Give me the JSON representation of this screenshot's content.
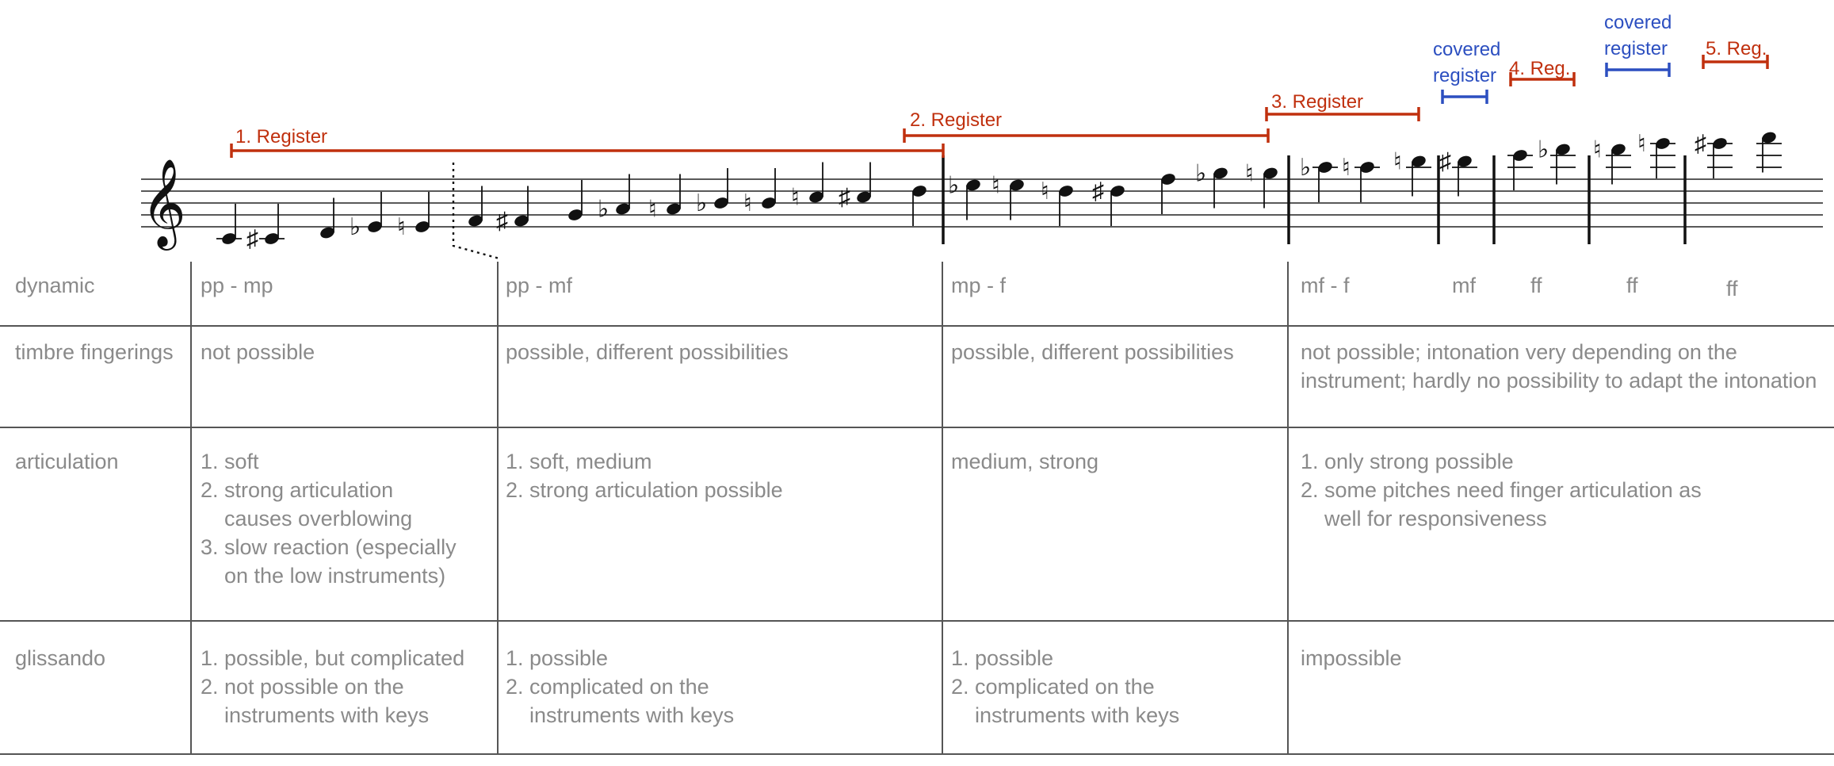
{
  "registers": [
    {
      "label": "1. Register",
      "kind": "register"
    },
    {
      "label": "2. Register",
      "kind": "register"
    },
    {
      "label": "3. Register",
      "kind": "register"
    },
    {
      "label": "covered register",
      "kind": "covered"
    },
    {
      "label": "4. Reg.",
      "kind": "register"
    },
    {
      "label": "covered register",
      "kind": "covered"
    },
    {
      "label": "5. Reg.",
      "kind": "register"
    }
  ],
  "colors": {
    "register": "#c0300e",
    "covered": "#2c4fc0",
    "text": "#8a8a8a",
    "lines": "#555555"
  },
  "notes": [
    {
      "step": -2,
      "acc": ""
    },
    {
      "step": -2,
      "acc": "♯"
    },
    {
      "step": -1,
      "acc": ""
    },
    {
      "step": 0,
      "acc": "♭"
    },
    {
      "step": 0,
      "acc": "♮"
    },
    {
      "step": 1,
      "acc": ""
    },
    {
      "step": 1,
      "acc": "♯"
    },
    {
      "step": 2,
      "acc": ""
    },
    {
      "step": 3,
      "acc": "♭"
    },
    {
      "step": 3,
      "acc": "♮"
    },
    {
      "step": 4,
      "acc": "♭"
    },
    {
      "step": 4,
      "acc": "♮"
    },
    {
      "step": 5,
      "acc": "♮"
    },
    {
      "step": 5,
      "acc": "♯"
    },
    {
      "step": 6,
      "acc": ""
    },
    {
      "step": 7,
      "acc": "♭"
    },
    {
      "step": 7,
      "acc": "♮"
    },
    {
      "step": 6,
      "acc": "♮"
    },
    {
      "step": 6,
      "acc": "♯"
    },
    {
      "step": 8,
      "acc": ""
    },
    {
      "step": 9,
      "acc": "♭"
    },
    {
      "step": 9,
      "acc": "♮"
    },
    {
      "step": 10,
      "acc": "♭"
    },
    {
      "step": 10,
      "acc": "♮"
    },
    {
      "step": 11,
      "acc": "♮"
    },
    {
      "step": 11,
      "acc": "♯"
    },
    {
      "step": 12,
      "acc": ""
    },
    {
      "step": 13,
      "acc": "♭"
    },
    {
      "step": 13,
      "acc": "♮"
    },
    {
      "step": 14,
      "acc": "♮"
    },
    {
      "step": 14,
      "acc": "♯"
    },
    {
      "step": 15,
      "acc": ""
    }
  ],
  "rows": {
    "dynamic": {
      "label": "dynamic",
      "values": [
        "pp - mp",
        "pp - mf",
        "mp - f",
        "mf - f",
        "mf",
        "ff",
        "ff",
        "ff"
      ]
    },
    "timbre": {
      "label": "timbre fingerings",
      "col1": "not possible",
      "col2": "possible, different possibilities",
      "col3": "possible, different possibilities",
      "col4": [
        "not possible; intonation very depending on the",
        "instrument; hardly no possibility to adapt the intonation"
      ]
    },
    "articulation": {
      "label": "articulation",
      "col1": [
        {
          "num": "1.",
          "lines": [
            "soft"
          ]
        },
        {
          "num": "2.",
          "lines": [
            "strong articulation",
            "causes overblowing"
          ]
        },
        {
          "num": "3.",
          "lines": [
            "slow reaction (especially",
            "on the low instruments)"
          ]
        }
      ],
      "col2": [
        {
          "num": "1.",
          "lines": [
            "soft, medium"
          ]
        },
        {
          "num": "2.",
          "lines": [
            "strong articulation possible"
          ]
        }
      ],
      "col3": "medium, strong",
      "col4": [
        {
          "num": "1.",
          "lines": [
            "only strong possible"
          ]
        },
        {
          "num": "2.",
          "lines": [
            "some pitches need finger articulation as",
            "well for responsiveness"
          ]
        }
      ]
    },
    "glissando": {
      "label": "glissando",
      "col1": [
        {
          "num": "1.",
          "lines": [
            "possible, but complicated"
          ]
        },
        {
          "num": "2.",
          "lines": [
            "not possible on the",
            "instruments with keys"
          ]
        }
      ],
      "col2": [
        {
          "num": "1.",
          "lines": [
            "possible"
          ]
        },
        {
          "num": "2.",
          "lines": [
            "complicated on the",
            "instruments with keys"
          ]
        }
      ],
      "col3": [
        {
          "num": "1.",
          "lines": [
            "possible"
          ]
        },
        {
          "num": "2.",
          "lines": [
            "complicated on the",
            "instruments with keys"
          ]
        }
      ],
      "col4": "impossible"
    }
  }
}
